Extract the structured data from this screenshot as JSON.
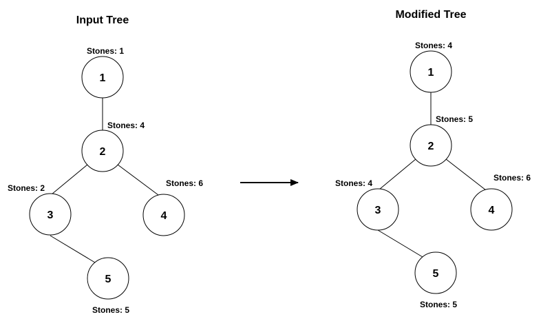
{
  "input_tree": {
    "title": "Input Tree",
    "nodes": [
      {
        "id": "1",
        "label": "1",
        "stones": "Stones: 1"
      },
      {
        "id": "2",
        "label": "2",
        "stones": "Stones: 4"
      },
      {
        "id": "3",
        "label": "3",
        "stones": "Stones: 2"
      },
      {
        "id": "4",
        "label": "4",
        "stones": "Stones: 6"
      },
      {
        "id": "5",
        "label": "5",
        "stones": "Stones: 5"
      }
    ],
    "edges": [
      [
        "1",
        "2"
      ],
      [
        "2",
        "3"
      ],
      [
        "2",
        "4"
      ],
      [
        "3",
        "5"
      ]
    ]
  },
  "modified_tree": {
    "title": "Modified Tree",
    "nodes": [
      {
        "id": "1",
        "label": "1",
        "stones": "Stones: 4"
      },
      {
        "id": "2",
        "label": "2",
        "stones": "Stones: 5"
      },
      {
        "id": "3",
        "label": "3",
        "stones": "Stones: 4"
      },
      {
        "id": "4",
        "label": "4",
        "stones": "Stones: 6"
      },
      {
        "id": "5",
        "label": "5",
        "stones": "Stones: 5"
      }
    ],
    "edges": [
      [
        "1",
        "2"
      ],
      [
        "2",
        "3"
      ],
      [
        "2",
        "4"
      ],
      [
        "3",
        "5"
      ]
    ]
  },
  "arrow": {
    "icon": "right-arrow-icon",
    "color": "#000000"
  }
}
